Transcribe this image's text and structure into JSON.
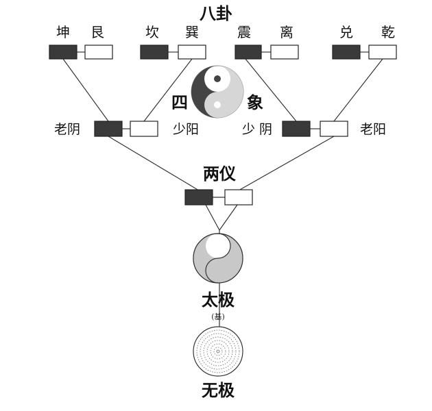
{
  "title": "八卦",
  "trigrams": [
    "坤",
    "艮",
    "坎",
    "巽",
    "震",
    "离",
    "兑",
    "乾"
  ],
  "sixiang": {
    "left": "四",
    "right": "象"
  },
  "sixiang_labels": {
    "old_yin": "老阴",
    "young_yang": "少阳",
    "young_yin": "少 阴",
    "old_yang": "老阳"
  },
  "liangyi": "两仪",
  "taiji": "太极",
  "taiji_note": "(基)",
  "wuji": "无极",
  "colors": {
    "yin": "#3a3a3a",
    "yang": "#ffffff",
    "taiji_gray": "#c8c8c8",
    "line": "#333333"
  }
}
